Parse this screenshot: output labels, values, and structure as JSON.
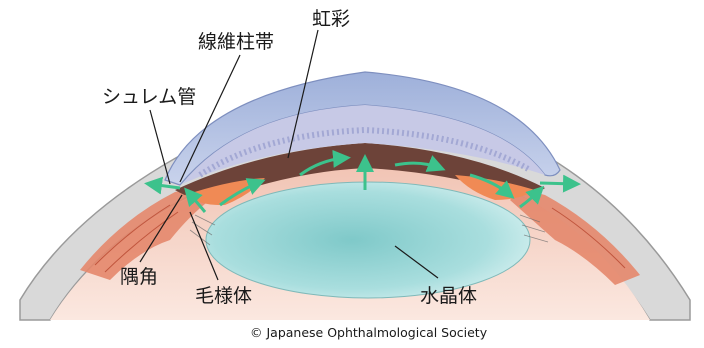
{
  "diagram": {
    "labels": {
      "iris": "虹彩",
      "zonule": "線維柱帯",
      "schlemm": "シュレム管",
      "angle": "隅角",
      "ciliary_body": "毛様体",
      "lens": "水晶体"
    },
    "credit": "© Japanese Ophthalmological Society"
  },
  "colors": {
    "sclera": "#d8d8d8",
    "choroid": "#f3d2c4",
    "ciliary": "#e6866a",
    "iris_dark": "#6b4038",
    "iris_orange": "#f08a55",
    "cornea": "#a8b6dc",
    "lens": "#a8dcdc",
    "flow_arrow": "#3cc28c"
  }
}
